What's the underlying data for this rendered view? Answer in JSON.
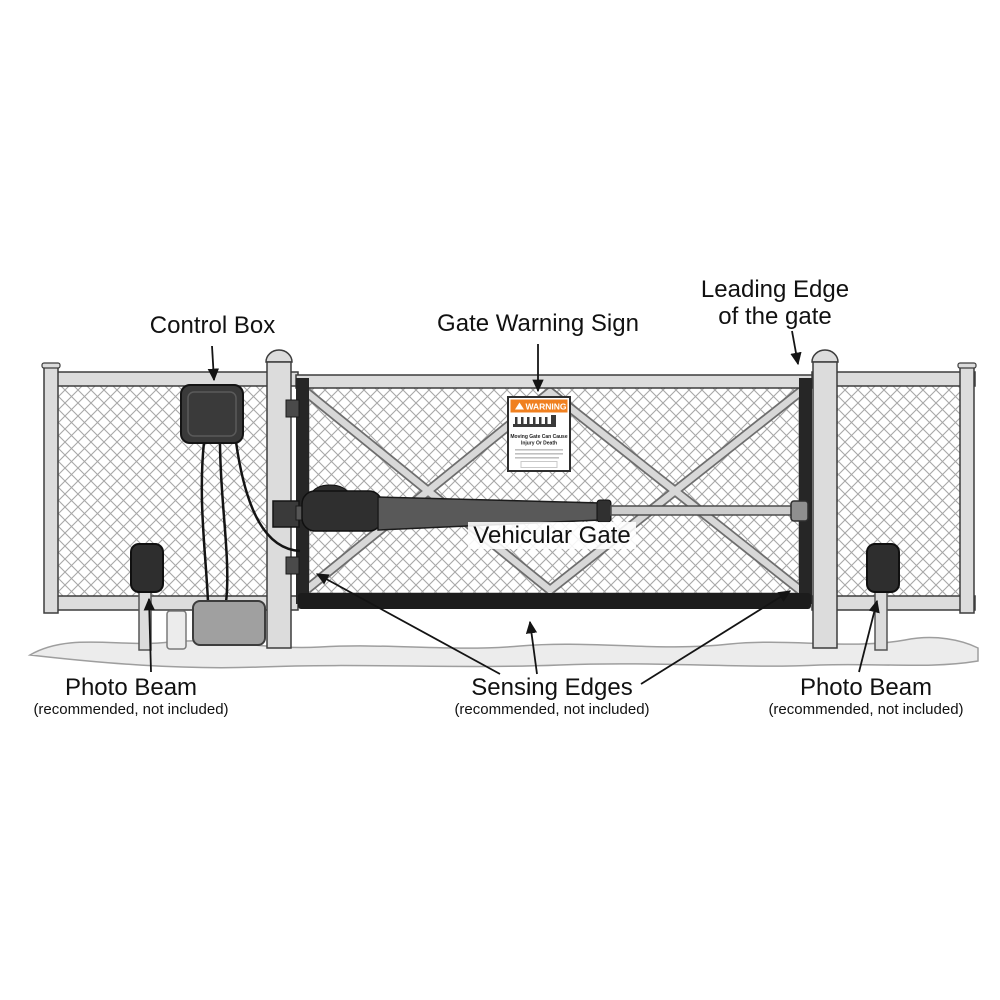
{
  "diagram": {
    "labels": {
      "control_box": "Control Box",
      "gate_warning_sign": "Gate Warning Sign",
      "leading_edge_line1": "Leading Edge",
      "leading_edge_line2": "of the gate",
      "vehicular_gate": "Vehicular Gate",
      "photo_beam_left": "Photo Beam",
      "photo_beam_left_note": "(recommended, not included)",
      "sensing_edges": "Sensing Edges",
      "sensing_edges_note": "(recommended, not included)",
      "photo_beam_right": "Photo Beam",
      "photo_beam_right_note": "(recommended, not included)"
    },
    "warning_sign": {
      "header": "WARNING",
      "line1": "Moving Gate Can Cause",
      "line2": "Injury Or Death"
    },
    "colors": {
      "warning_header_orange": "#f08020",
      "metal_light": "#dcdcdc",
      "device_dark": "#2e2e2e",
      "line_black": "#141414"
    }
  }
}
